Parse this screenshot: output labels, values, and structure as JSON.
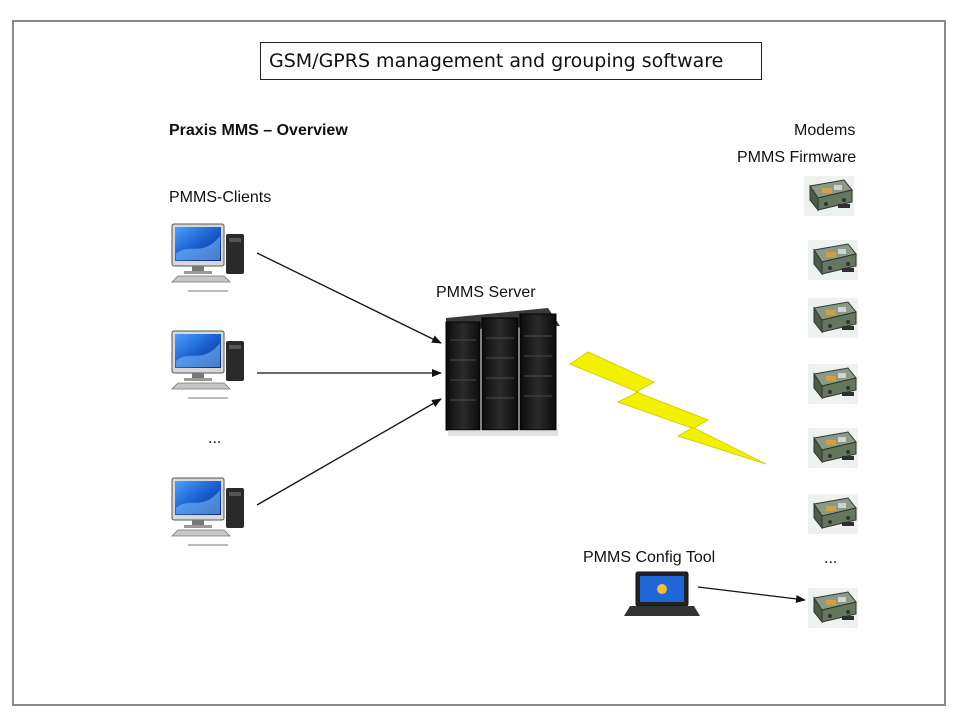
{
  "title": "GSM/GPRS management and grouping software",
  "overview_label": "Praxis MMS – Overview",
  "clients_label": "PMMS-Clients",
  "clients_ellipsis": "...",
  "server_label": "PMMS Server",
  "modems_label": "Modems",
  "firmware_label": "PMMS Firmware",
  "modems_ellipsis": "...",
  "config_tool_label": "PMMS Config Tool",
  "colors": {
    "frame": "#8a8a8a",
    "lightning": "#f2f200",
    "monitor_screen": "#1a5fd0",
    "server_body": "#1b1b1b",
    "modem_board": "#5b6b58"
  },
  "icons": [
    "desktop-computer-icon",
    "server-rack-icon",
    "lightning-bolt-icon",
    "modem-icon",
    "laptop-icon"
  ]
}
